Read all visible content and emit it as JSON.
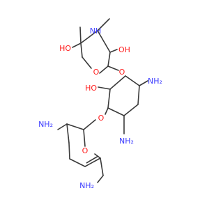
{
  "structure": {
    "atom_colors": {
      "oxygen": "#ff1e1e",
      "nitrogen": "#3b3bff",
      "bond": "#3a3a3a"
    },
    "labels": {
      "nh_methyl": "NH",
      "oh_top": "OH",
      "ho_left": "HO",
      "o_ring_top": "O",
      "o_link_top": "O",
      "ho_mid": "HO",
      "nh2_right_top": "NH₂",
      "nh2_right_bottom": "NH₂",
      "o_link_bottom": "O",
      "nh2_left": "NH₂",
      "o_ring_bottom": "O",
      "nh2_bottom": "NH₂"
    }
  }
}
